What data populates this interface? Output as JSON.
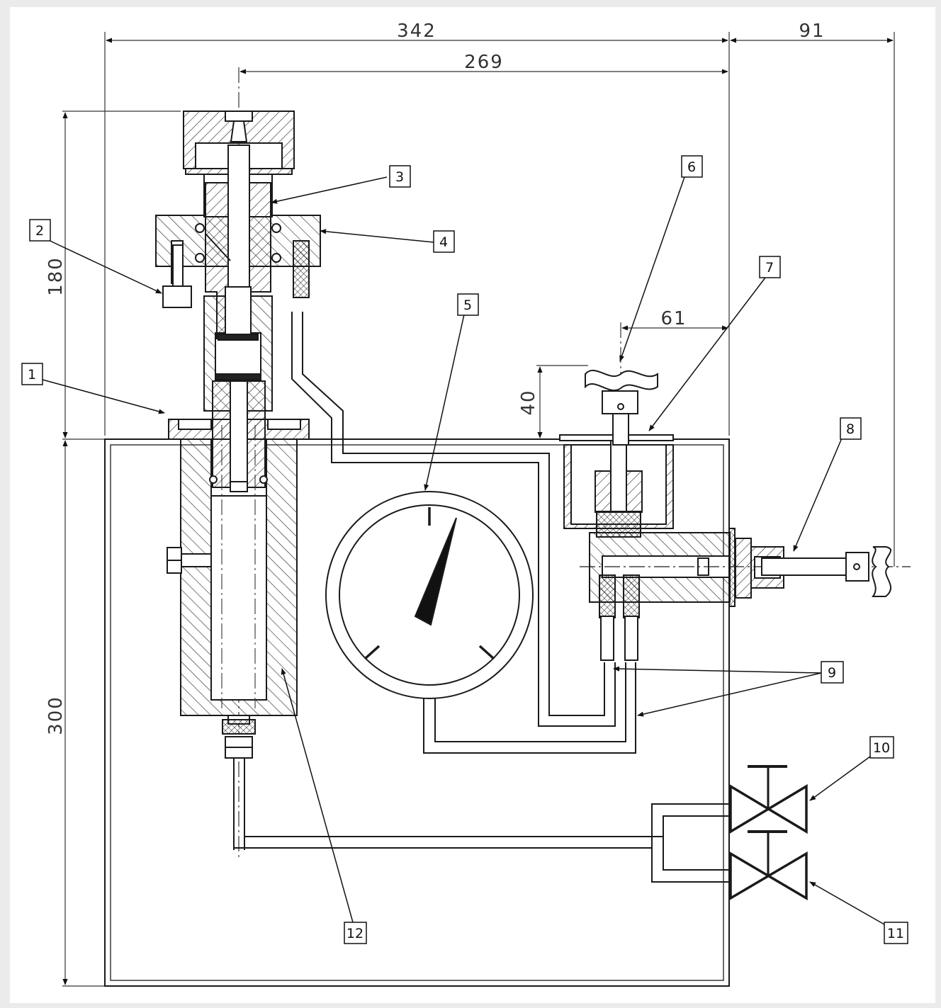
{
  "dimensions": {
    "overall_width": "342",
    "right_offset": "91",
    "axis_to_edge": "269",
    "handle_offset": "61",
    "handle_height": "40",
    "upper_height": "180",
    "base_height": "300"
  },
  "callouts": [
    "1",
    "2",
    "3",
    "4",
    "5",
    "6",
    "7",
    "8",
    "9",
    "10",
    "11",
    "12"
  ],
  "colors": {
    "background": "#ebebeb",
    "line": "#1a1a1a",
    "dim_line": "#333333"
  }
}
